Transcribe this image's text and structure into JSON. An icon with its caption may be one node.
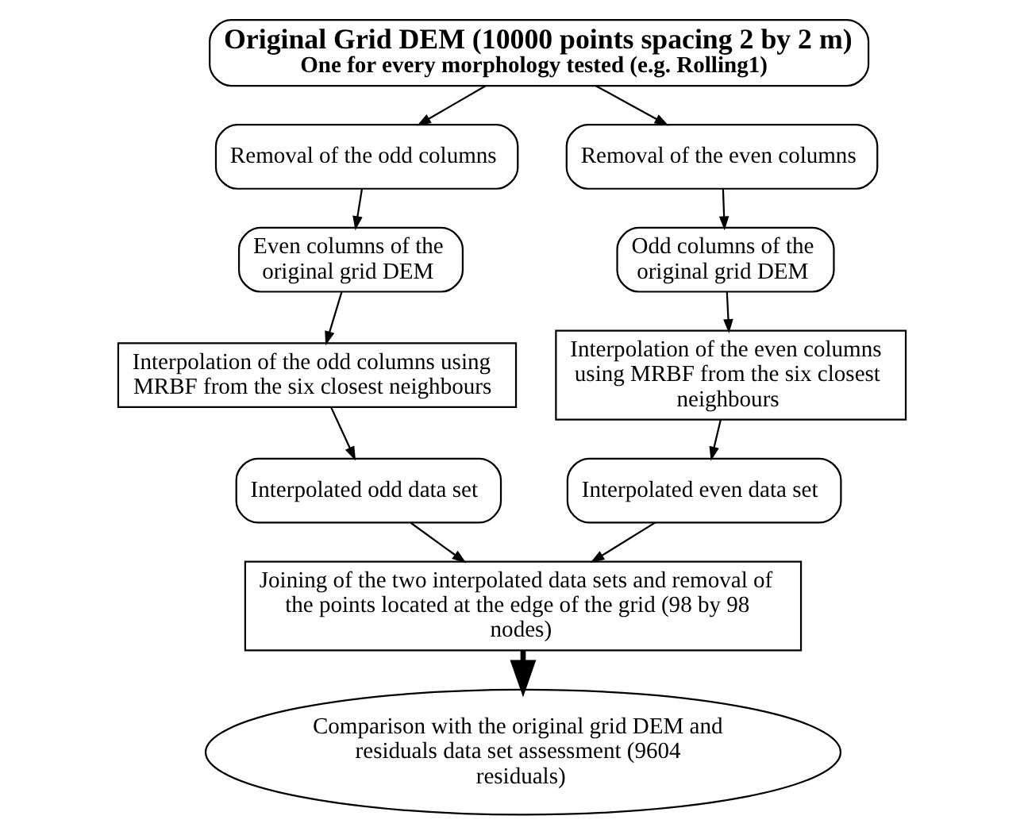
{
  "diagram": {
    "nodes": [
      {
        "text": [
          "Original Grid DEM (10000 points spacing 2 by 2 m)",
          "One for every morphology tested (e.g. Rolling1)"
        ]
      },
      {
        "text": [
          "Removal of the odd columns"
        ]
      },
      {
        "text": [
          "Removal of the even columns"
        ]
      },
      {
        "text": [
          "Even columns of the original grid DEM"
        ]
      },
      {
        "text": [
          "Odd columns of the original grid DEM"
        ]
      },
      {
        "text": [
          "Interpolation of the odd columns using MRBF from the six closest neighbours"
        ]
      },
      {
        "text": [
          "Interpolation of the even columns using MRBF from the six closest neighbours"
        ]
      },
      {
        "text": [
          "Interpolated odd data set"
        ]
      },
      {
        "text": [
          "Interpolated even data set"
        ]
      },
      {
        "text": [
          "Joining of the two interpolated data sets and removal of the points located at the edge of the grid (98 by 98 nodes)"
        ]
      },
      {
        "text": [
          "Comparison with the original grid DEM and residuals data set assessment (9604 residuals)"
        ]
      }
    ],
    "edges": [
      {
        "from": 0,
        "to": 1,
        "arrow": "to"
      },
      {
        "from": 0,
        "to": 2,
        "arrow": "to"
      },
      {
        "from": 1,
        "to": 3,
        "arrow": "to"
      },
      {
        "from": 2,
        "to": 4,
        "arrow": "to"
      },
      {
        "from": 3,
        "to": 5,
        "arrow": "to"
      },
      {
        "from": 4,
        "to": 6,
        "arrow": "to"
      },
      {
        "from": 5,
        "to": 7,
        "arrow": "to"
      },
      {
        "from": 6,
        "to": 8,
        "arrow": "to"
      },
      {
        "from": 7,
        "to": 9,
        "arrow": "to"
      },
      {
        "from": 8,
        "to": 9,
        "arrow": "to"
      },
      {
        "from": 9,
        "to": 10,
        "arrow": "to",
        "style": "thick"
      }
    ]
  }
}
